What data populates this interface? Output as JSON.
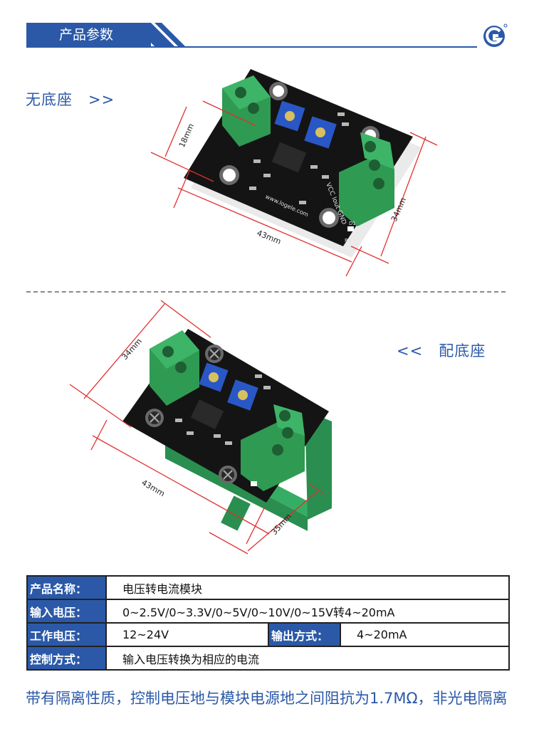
{
  "header": {
    "title": "产品参数",
    "logo_icon": "brand-logo-icon",
    "accent": "#2b59a8"
  },
  "section_top": {
    "label": "无底座　>>",
    "dims": {
      "width": "18mm",
      "length": "43mm",
      "depth": "34mm"
    },
    "silkscreen": {
      "url": "www.logele.com",
      "pins": "VCC Iout GND",
      "d1": "D1",
      "r4": "R4"
    }
  },
  "section_bottom": {
    "label": "<<　配底座",
    "dims": {
      "width": "34mm",
      "length": "43mm",
      "height": "35mm"
    }
  },
  "specs": {
    "rows": [
      {
        "key": "产品名称：",
        "value": "电压转电流模块"
      },
      {
        "key": "输入电压：",
        "value": "0~2.5V/0~3.3V/0~5V/0~10V/0~15V转4~20mA"
      },
      {
        "key": "工作电压：",
        "value": "12~24V",
        "key2": "输出方式：",
        "value2": "4~20mA"
      },
      {
        "key": "控制方式：",
        "value": "输入电压转换为相应的电流"
      }
    ]
  },
  "note": "带有隔离性质，控制电压地与模块电源地之间阻抗为1.7MΩ，非光电隔离"
}
